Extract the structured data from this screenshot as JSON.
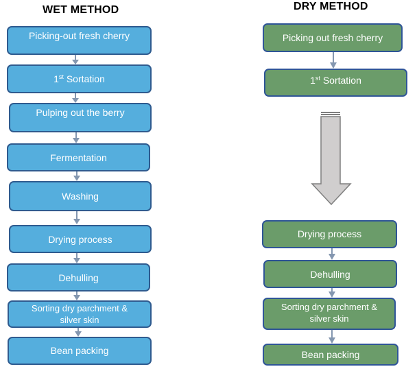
{
  "wet_method": {
    "title": "WET METHOD",
    "color": "#55aedd",
    "steps": [
      {
        "label": "Picking-out fresh cherry"
      },
      {
        "label_prefix": "1",
        "label_sup": "st",
        "label_suffix": " Sortation"
      },
      {
        "label": "Pulping out the berry"
      },
      {
        "label": "Fermentation"
      },
      {
        "label": "Washing"
      },
      {
        "label": "Drying process"
      },
      {
        "label": "Dehulling"
      },
      {
        "label_line1": "Sorting dry parchment &",
        "label_line2": "silver skin"
      },
      {
        "label": "Bean packing"
      }
    ]
  },
  "dry_method": {
    "title": "DRY METHOD",
    "color": "#6b9c6a",
    "steps": [
      {
        "label": "Picking out fresh cherry"
      },
      {
        "label_prefix": "1",
        "label_sup": "st",
        "label_suffix": " Sortation"
      },
      {
        "label": "Drying process"
      },
      {
        "label": "Dehulling"
      },
      {
        "label_line1": "Sorting dry parchment &",
        "label_line2": "silver skin"
      },
      {
        "label": "Bean packing"
      }
    ]
  },
  "connector_color": "#8497b0",
  "block_arrow_color": "#d0cece"
}
